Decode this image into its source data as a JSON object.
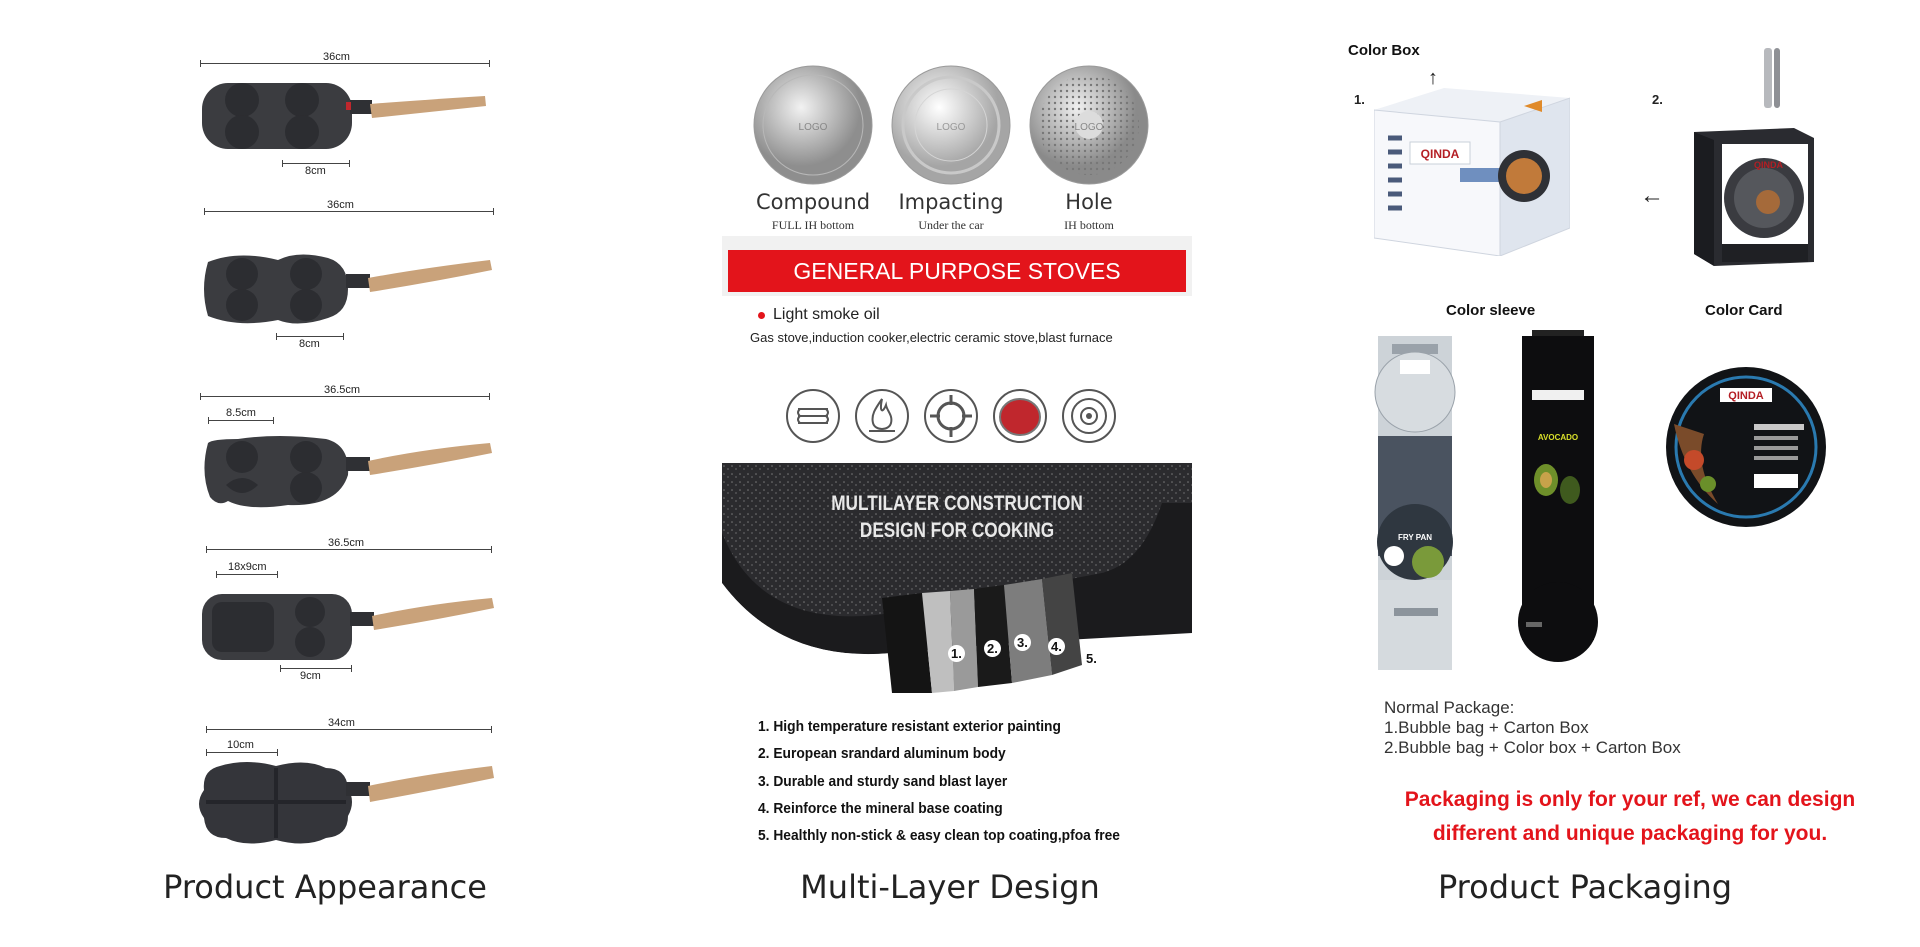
{
  "appearance": {
    "caption": "Product Appearance",
    "pans": [
      {
        "length": "36cm",
        "detail": "8cm"
      },
      {
        "length": "36cm",
        "detail": "8cm"
      },
      {
        "length": "36.5cm",
        "detail": "8.5cm"
      },
      {
        "length": "36.5cm",
        "detail_a": "18x9cm",
        "detail_b": "9cm"
      },
      {
        "length": "34cm",
        "detail": "10cm"
      }
    ],
    "colors": {
      "pan": "#3b3c40",
      "handle": "#c9a27a"
    }
  },
  "multilayer": {
    "caption": "Multi-Layer Design",
    "bottoms": [
      {
        "name": "Compound",
        "sub": "FULL IH bottom",
        "logo": "LOGO"
      },
      {
        "name": "Impacting",
        "sub": "Under the car",
        "logo": "LOGO"
      },
      {
        "name": "Hole",
        "sub": "IH bottom",
        "logo": "LOGO"
      }
    ],
    "banner": "GENERAL PURPOSE STOVES",
    "bullet": "Light smoke oil",
    "stoves": "Gas stove,induction cooker,electric ceramic stove,blast furnace",
    "stove_icons": [
      "coil-icon",
      "flame-icon",
      "gas-burner-icon",
      "ceramic-plate-icon",
      "induction-icon"
    ],
    "construction_line1": "MULTILAYER CONSTRUCTION",
    "construction_line2": "DESIGN FOR COOKING",
    "layer_numbers": [
      "1.",
      "2.",
      "3.",
      "4.",
      "5."
    ],
    "layers": [
      "1. High temperature resistant exterior painting",
      "2. European srandard aluminum body",
      "3. Durable and sturdy sand blast layer",
      "4. Reinforce the mineral base coating",
      "5. Healthly non-stick & easy clean top coating,pfoa free"
    ],
    "colors": {
      "banner": "#e3141b"
    }
  },
  "packaging": {
    "caption": "Product Packaging",
    "color_box": "Color Box",
    "num1": "1.",
    "num2": "2.",
    "brand": "QINDA",
    "color_sleeve": "Color sleeve",
    "color_card": "Color Card",
    "normal_title": "Normal Package:",
    "option1": "1.Bubble bag + Carton Box",
    "option2": "2.Bubble bag + Color box + Carton Box",
    "note_line1": "Packaging is only for your ref, we can design",
    "note_line2": "different and unique packaging for you.",
    "sleeve1_text": "FRY PAN",
    "sleeve2_text": "AVOCADO",
    "colors": {
      "note": "#e3141b"
    }
  }
}
